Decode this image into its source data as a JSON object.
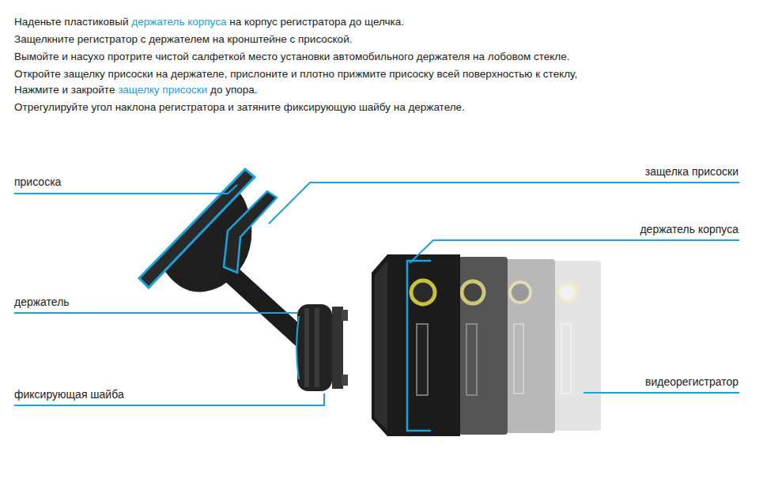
{
  "diagram": {
    "labels": [
      "Наденьте пластиковый",
      "держатель корпуса",
      "на корпус регистратора до щелчка.",
      "Защелкните регистратор с держателем на кронштейне с присоской.",
      "Вымойте и насухо протрите чистой салфеткой место установки автомобильного держателя на лобовом стекле.",
      "Откройте защелку присоски на держателе, прислоните и плотно прижмите присоску всей поверхностью к стеклу,",
      "Нажмите и закройте",
      "защелку присоски",
      "до упора.",
      "Отрегулируйте угол наклона регистратора и затяните фиксирующую шайбу на держателе.",
      "присоска",
      "защелка присоски",
      "держатель корпуса",
      "держатель",
      "фиксирующая шайба",
      "видеорегистратор"
    ]
  }
}
